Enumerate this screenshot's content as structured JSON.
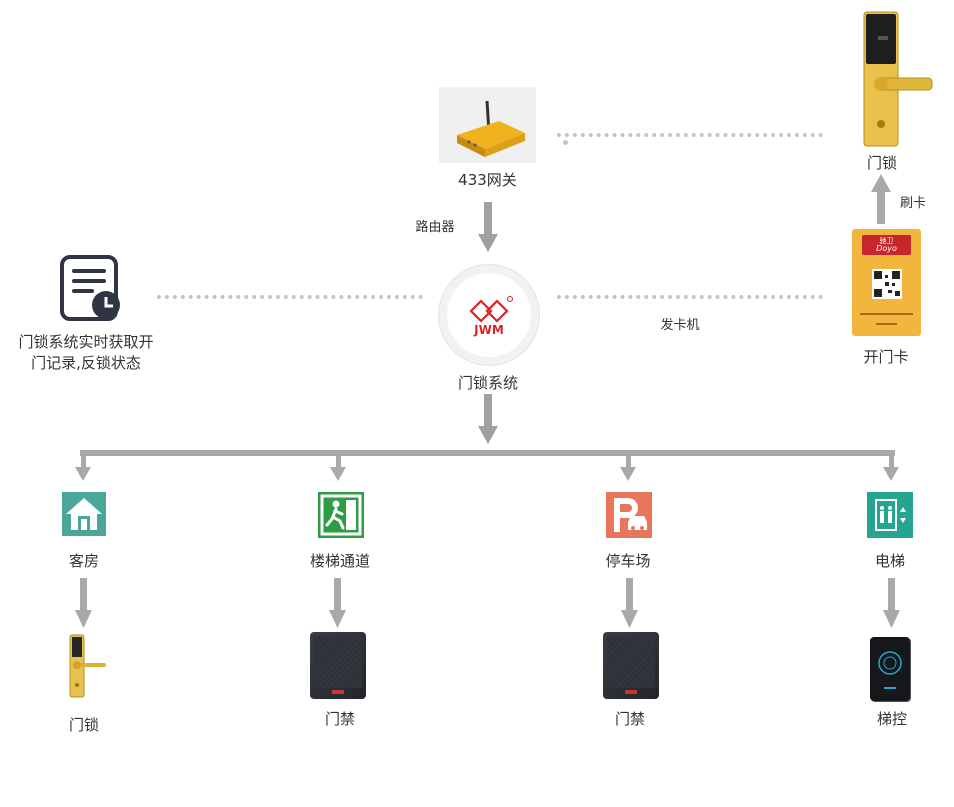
{
  "gateway": {
    "label": "433网关"
  },
  "router": {
    "label": "路由器"
  },
  "system": {
    "label": "门锁系统",
    "logo_text": "JWM"
  },
  "top_lock": {
    "label": "门锁"
  },
  "swipe": {
    "label": "刷卡"
  },
  "card": {
    "label": "开门卡",
    "brand": "Doyo",
    "header": "驰卫"
  },
  "card_issuer": {
    "label": "发卡机"
  },
  "record": {
    "line1": "门锁系统实时获取开",
    "line2": "门记录,反锁状态"
  },
  "branches": [
    {
      "label": "客房",
      "device_label": "门锁",
      "icon": "house-icon",
      "color": "#4aa79a"
    },
    {
      "label": "楼梯通道",
      "device_label": "门禁",
      "icon": "exit-icon",
      "color": "#2e9b45"
    },
    {
      "label": "停车场",
      "device_label": "门禁",
      "icon": "parking-icon",
      "color": "#e8765a"
    },
    {
      "label": "电梯",
      "device_label": "梯控",
      "icon": "elevator-icon",
      "color": "#25a58f"
    }
  ],
  "colors": {
    "connector": "#9e9e9e",
    "dotted": "#c4c4c4"
  }
}
